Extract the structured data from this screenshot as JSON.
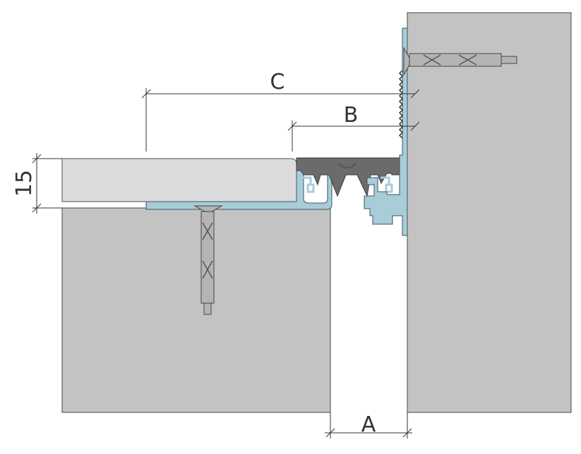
{
  "labels": {
    "dim_a": "A",
    "dim_b": "B",
    "dim_c": "C",
    "dim_15": "15"
  },
  "colors": {
    "concrete": "#c3c3c3",
    "floor_finish": "#dcdcdc",
    "aluminium_profile": "#a9ccd9",
    "rubber_insert": "#6b6b6b",
    "anchor": "#b4b4b4",
    "dimension_line": "#333333"
  },
  "icons": {
    "anchor_floor": "expansion-anchor-icon",
    "anchor_wall": "expansion-anchor-icon"
  }
}
